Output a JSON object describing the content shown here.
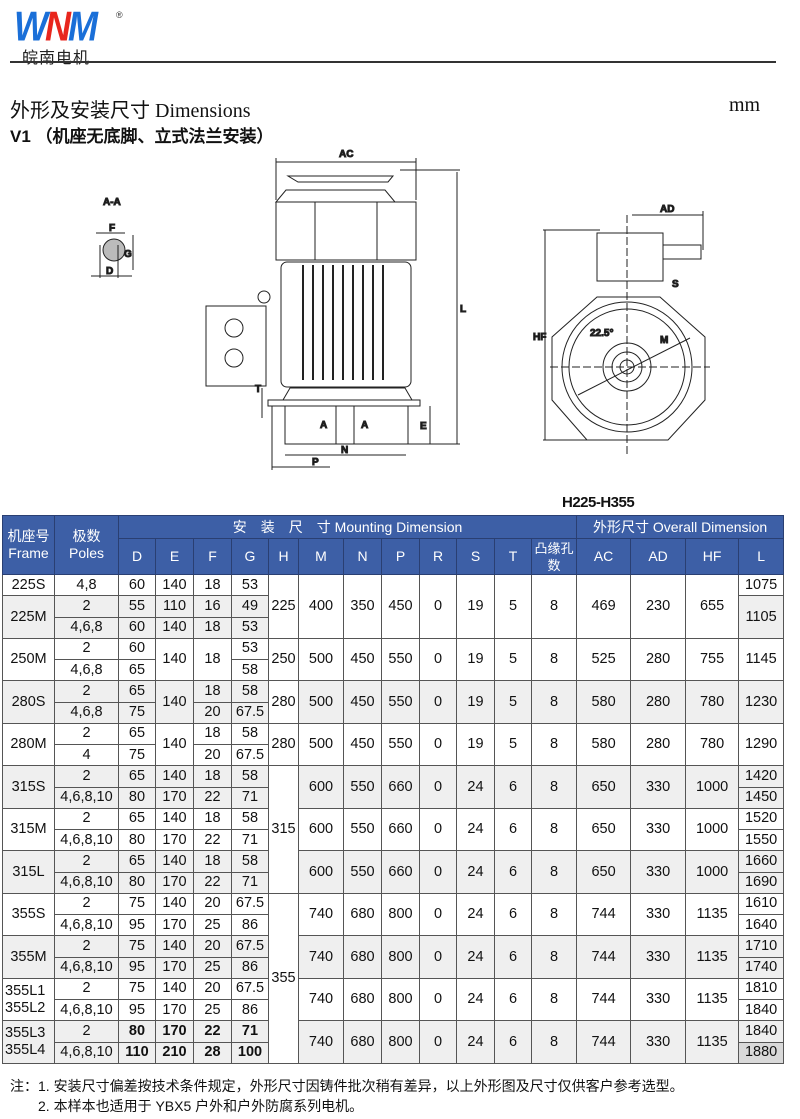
{
  "logo": {
    "brand_w": "W",
    "brand_n": "N",
    "brand_m": "M",
    "registered": "®",
    "company_cn": "皖南电机"
  },
  "header": {
    "title": "外形及安装尺寸  Dimensions",
    "unit": "mm",
    "subtitle": "V1 （机座无底脚、立式法兰安装）"
  },
  "drawing": {
    "section_label": "A-A",
    "section_dims": {
      "f": "F",
      "g": "G",
      "d": "D"
    },
    "side_view": {
      "ac": "AC",
      "l": "L",
      "t": "T",
      "a_left": "A",
      "a_right": "A",
      "e": "E",
      "n": "N",
      "p": "P"
    },
    "front_view": {
      "ad": "AD",
      "s": "S",
      "hf": "HF",
      "m": "M",
      "angle": "22.5°"
    }
  },
  "table": {
    "range_label": "H225-H355",
    "header": {
      "frame": "机座号\nFrame",
      "poles": "极数\nPoles",
      "mounting": "安　装　尺　寸 Mounting Dimension",
      "overall": "外形尺寸  Overall Dimension",
      "columns": [
        "D",
        "E",
        "F",
        "G",
        "H",
        "M",
        "N",
        "P",
        "R",
        "S",
        "T",
        "凸缘孔\n数",
        "AC",
        "AD",
        "HF",
        "L"
      ]
    },
    "rows": [
      [
        "225S",
        "4,8",
        "60",
        "140",
        "18",
        "53",
        "225",
        "400",
        "350",
        "450",
        "0",
        "19",
        "5",
        "8",
        "469",
        "230",
        "655",
        "1075"
      ],
      [
        "225M",
        "2",
        "55",
        "110",
        "16",
        "49",
        null,
        null,
        null,
        null,
        null,
        null,
        null,
        null,
        null,
        null,
        null,
        "1105"
      ],
      [
        null,
        "4,6,8",
        "60",
        "140",
        "18",
        "53",
        null,
        null,
        null,
        null,
        null,
        null,
        null,
        null,
        null,
        null,
        null,
        null
      ],
      [
        "250M",
        "2",
        "60",
        "140",
        "18",
        "53",
        "250",
        "500",
        "450",
        "550",
        "0",
        "19",
        "5",
        "8",
        "525",
        "280",
        "755",
        "1145"
      ],
      [
        null,
        "4,6,8",
        "65",
        null,
        null,
        "58",
        null,
        null,
        null,
        null,
        null,
        null,
        null,
        null,
        null,
        null,
        null,
        null
      ],
      [
        "280S",
        "2",
        "65",
        "140",
        "18",
        "58",
        "280",
        "500",
        "450",
        "550",
        "0",
        "19",
        "5",
        "8",
        "580",
        "280",
        "780",
        "1230"
      ],
      [
        null,
        "4,6,8",
        "75",
        null,
        "20",
        "67.5",
        null,
        null,
        null,
        null,
        null,
        null,
        null,
        null,
        null,
        null,
        null,
        null
      ],
      [
        "280M",
        "2",
        "65",
        "140",
        "18",
        "58",
        "280",
        "500",
        "450",
        "550",
        "0",
        "19",
        "5",
        "8",
        "580",
        "280",
        "780",
        "1290"
      ],
      [
        null,
        "4",
        "75",
        null,
        "20",
        "67.5",
        null,
        null,
        null,
        null,
        null,
        null,
        null,
        null,
        null,
        null,
        null,
        null
      ],
      [
        "315S",
        "2",
        "65",
        "140",
        "18",
        "58",
        "315",
        "600",
        "550",
        "660",
        "0",
        "24",
        "6",
        "8",
        "650",
        "330",
        "1000",
        "1420"
      ],
      [
        null,
        "4,6,8,10",
        "80",
        "170",
        "22",
        "71",
        null,
        null,
        null,
        null,
        null,
        null,
        null,
        null,
        null,
        null,
        null,
        "1450"
      ],
      [
        "315M",
        "2",
        "65",
        "140",
        "18",
        "58",
        null,
        "600",
        "550",
        "660",
        "0",
        "24",
        "6",
        "8",
        "650",
        "330",
        "1000",
        "1520"
      ],
      [
        null,
        "4,6,8,10",
        "80",
        "170",
        "22",
        "71",
        null,
        null,
        null,
        null,
        null,
        null,
        null,
        null,
        null,
        null,
        null,
        "1550"
      ],
      [
        "315L",
        "2",
        "65",
        "140",
        "18",
        "58",
        null,
        "600",
        "550",
        "660",
        "0",
        "24",
        "6",
        "8",
        "650",
        "330",
        "1000",
        "1660"
      ],
      [
        null,
        "4,6,8,10",
        "80",
        "170",
        "22",
        "71",
        null,
        null,
        null,
        null,
        null,
        null,
        null,
        null,
        null,
        null,
        null,
        "1690"
      ],
      [
        "355S",
        "2",
        "75",
        "140",
        "20",
        "67.5",
        "355",
        "740",
        "680",
        "800",
        "0",
        "24",
        "6",
        "8",
        "744",
        "330",
        "1135",
        "1610"
      ],
      [
        null,
        "4,6,8,10",
        "95",
        "170",
        "25",
        "86",
        null,
        null,
        null,
        null,
        null,
        null,
        null,
        null,
        null,
        null,
        null,
        "1640"
      ],
      [
        "355M",
        "2",
        "75",
        "140",
        "20",
        "67.5",
        null,
        "740",
        "680",
        "800",
        "0",
        "24",
        "6",
        "8",
        "744",
        "330",
        "1135",
        "1710"
      ],
      [
        null,
        "4,6,8,10",
        "95",
        "170",
        "25",
        "86",
        null,
        null,
        null,
        null,
        null,
        null,
        null,
        null,
        null,
        null,
        null,
        "1740"
      ],
      [
        "355L1\n355L2",
        "2",
        "75",
        "140",
        "20",
        "67.5",
        null,
        "740",
        "680",
        "800",
        "0",
        "24",
        "6",
        "8",
        "744",
        "330",
        "1135",
        "1810"
      ],
      [
        null,
        "4,6,8,10",
        "95",
        "170",
        "25",
        "86",
        null,
        null,
        null,
        null,
        null,
        null,
        null,
        null,
        null,
        null,
        null,
        "1840"
      ],
      [
        "355L3\n355L4",
        "2",
        "80",
        "170",
        "22",
        "71",
        null,
        "740",
        "680",
        "800",
        "0",
        "24",
        "6",
        "8",
        "744",
        "330",
        "1135",
        "1840"
      ],
      [
        null,
        "4,6,8,10",
        "110",
        "210",
        "28",
        "100",
        null,
        null,
        null,
        null,
        null,
        null,
        null,
        null,
        null,
        null,
        null,
        "1880"
      ]
    ]
  },
  "notes": [
    "注：1. 安装尺寸偏差按技术条件规定，外形尺寸因铸件批次稍有差异，以上外形图及尺寸仅供客户参考选型。",
    "　　2. 本样本也适用于 YBX5 户外和户外防腐系列电机。"
  ]
}
